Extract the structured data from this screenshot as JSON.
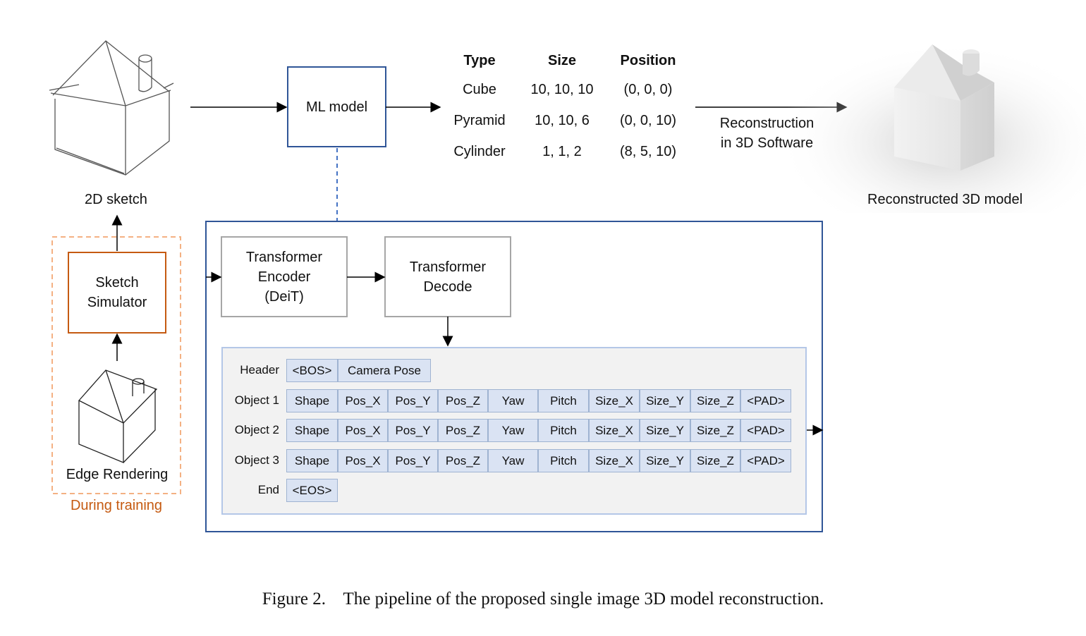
{
  "figure": {
    "caption": "Figure 2.    The pipeline of the proposed single image 3D model reconstruction."
  },
  "pipeline": {
    "sketch_label": "2D sketch",
    "ml_model_label": "ML model",
    "reconstruction_label_line1": "Reconstruction",
    "reconstruction_label_line2": "in 3D Software",
    "reconstructed_label": "Reconstructed 3D model"
  },
  "output_table": {
    "headers": [
      "Type",
      "Size",
      "Position"
    ],
    "rows": [
      [
        "Cube",
        "10, 10, 10",
        "(0, 0, 0)"
      ],
      [
        "Pyramid",
        "10, 10, 6",
        "(0, 0, 10)"
      ],
      [
        "Cylinder",
        "1, 1, 2",
        "(8, 5, 10)"
      ]
    ]
  },
  "training": {
    "sketch_simulator_line1": "Sketch",
    "sketch_simulator_line2": "Simulator",
    "edge_rendering_label": "Edge Rendering",
    "during_training_label": "During training"
  },
  "model_detail": {
    "encoder_line1": "Transformer",
    "encoder_line2": "Encoder",
    "encoder_line3": "(DeiT)",
    "decoder_line1": "Transformer",
    "decoder_line2": "Decode"
  },
  "sequence": {
    "rows": [
      {
        "label": "Header",
        "tokens": [
          "<BOS>",
          "Camera Pose"
        ]
      },
      {
        "label": "Object 1",
        "tokens": [
          "Shape",
          "Pos_X",
          "Pos_Y",
          "Pos_Z",
          "Yaw",
          "Pitch",
          "Size_X",
          "Size_Y",
          "Size_Z",
          "<PAD>"
        ]
      },
      {
        "label": "Object 2",
        "tokens": [
          "Shape",
          "Pos_X",
          "Pos_Y",
          "Pos_Z",
          "Yaw",
          "Pitch",
          "Size_X",
          "Size_Y",
          "Size_Z",
          "<PAD>"
        ]
      },
      {
        "label": "Object 3",
        "tokens": [
          "Shape",
          "Pos_X",
          "Pos_Y",
          "Pos_Z",
          "Yaw",
          "Pitch",
          "Size_X",
          "Size_Y",
          "Size_Z",
          "<PAD>"
        ]
      },
      {
        "label": "End",
        "tokens": [
          "<EOS>"
        ]
      }
    ]
  },
  "colors": {
    "model_border": "#2f5597",
    "training_accent": "#c55a11",
    "training_dash": "#f4b183",
    "token_fill": "#dae3f3",
    "panel_fill": "#f2f2f2",
    "panel_border": "#b4c7e7"
  }
}
